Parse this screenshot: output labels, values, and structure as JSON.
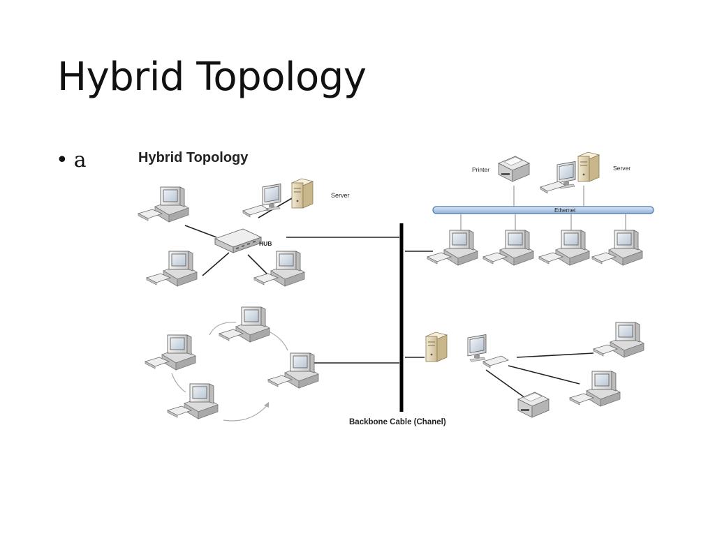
{
  "slide": {
    "title": "Hybrid Topology",
    "bullets": [
      "a"
    ]
  },
  "diagram": {
    "title": "Hybrid Topology",
    "title_color": "#2a5ea8",
    "labels": {
      "server_top": "Server",
      "hub": "HUB",
      "printer": "Printer",
      "server_right": "Server",
      "ethernet": "Ethernet",
      "backbone": "Backbone Cable (Chanel)"
    },
    "colors": {
      "ethernet_bar": "#b8d0ea",
      "ethernet_border": "#4a78b0",
      "server_case": "#e8dcc0",
      "backbone": "#000000"
    }
  }
}
